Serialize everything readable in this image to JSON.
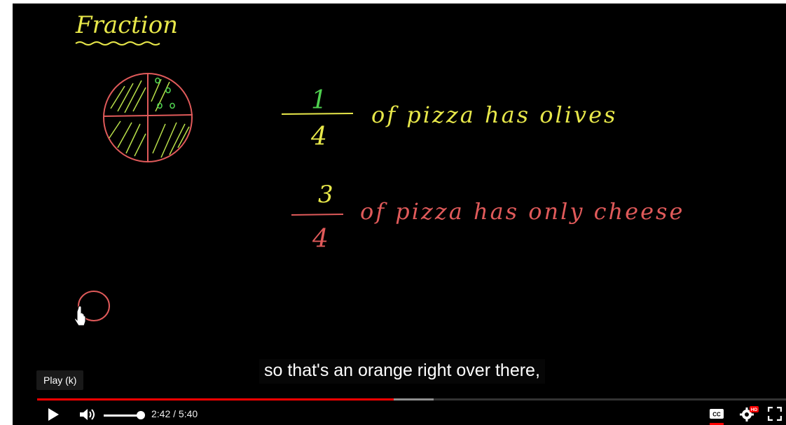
{
  "video": {
    "board": {
      "title": "Fraction",
      "fraction1": {
        "numerator": "1",
        "denominator": "4",
        "text": "of pizza has olives"
      },
      "fraction2": {
        "numerator": "3",
        "denominator": "4",
        "text": "of pizza has only cheese"
      }
    },
    "subtitle": "so that's an orange right over there,",
    "tooltip": "Play (k)"
  },
  "controls": {
    "time": "2:42 / 5:40",
    "progress": 0.476,
    "buffered": 0.529,
    "volume": 1.0,
    "icons": {
      "play": "play-icon",
      "volume": "volume-icon",
      "captions": "captions-icon",
      "settings": "settings-icon",
      "fullscreen": "fullscreen-icon"
    },
    "settings_badge": "HD"
  },
  "colors": {
    "yellow": "#e8e84a",
    "green": "#4fd14f",
    "red": "#e05a5a",
    "progress": "#ff0000"
  }
}
